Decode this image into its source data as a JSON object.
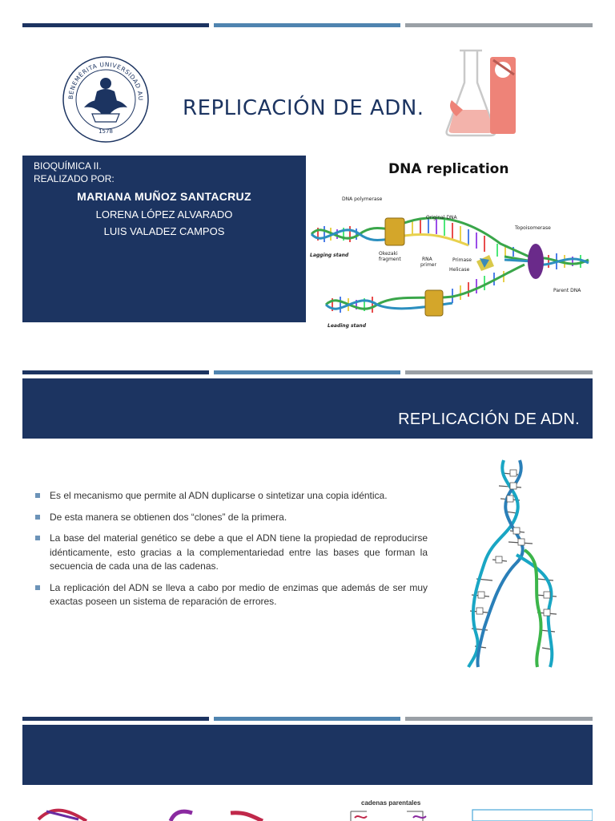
{
  "slide1": {
    "title": "REPLICACIÓN DE ADN.",
    "seal_text": "BENEMÉRITA UNIVERSIDAD AUTÓNOMA DE PUEBLA",
    "seal_year": "1578",
    "info": {
      "subject": "BIOQUÍMICA II.",
      "made_by": "REALIZADO POR:",
      "authors": [
        "MARIANA MUÑOZ SANTACRUZ",
        "LORENA LÓPEZ ALVARADO",
        "LUIS VALADEZ CAMPOS"
      ]
    },
    "diagram": {
      "title": "DNA replication",
      "labels": {
        "dna_polymerase": "DNA polymerase",
        "original_dna": "Original DNA",
        "topoisomerase": "Topoisomerase",
        "lagging": "Lagging stand",
        "okazaki": "Okezaki",
        "fragment": "fragment",
        "rna": "RNA",
        "primer": "primer",
        "primase": "Primase",
        "helicase": "Helicase",
        "parent": "Parent DNA",
        "leading": "Leading stand"
      }
    }
  },
  "slide2": {
    "title": "REPLICACIÓN DE ADN.",
    "bullets": [
      "Es el mecanismo que permite al ADN duplicarse o sintetizar una copia idéntica.",
      "De esta manera se obtienen dos “clones” de la primera.",
      "La base del material genético se debe a que el ADN tiene la propiedad de reproducirse idénticamente, esto  gracias a la complementariedad entre las bases que forman la secuencia de cada una de las cadenas.",
      "La replicación del ADN se lleva a cabo por medio de enzimas que además de ser muy exactas poseen un sistema de reparación de errores."
    ]
  },
  "slide3": {
    "caption": "cadenas parentales"
  },
  "colors": {
    "navy": "#1c3461",
    "blue": "#4f84b0",
    "gray": "#9aa0a6",
    "accent_red": "#e8756b"
  }
}
